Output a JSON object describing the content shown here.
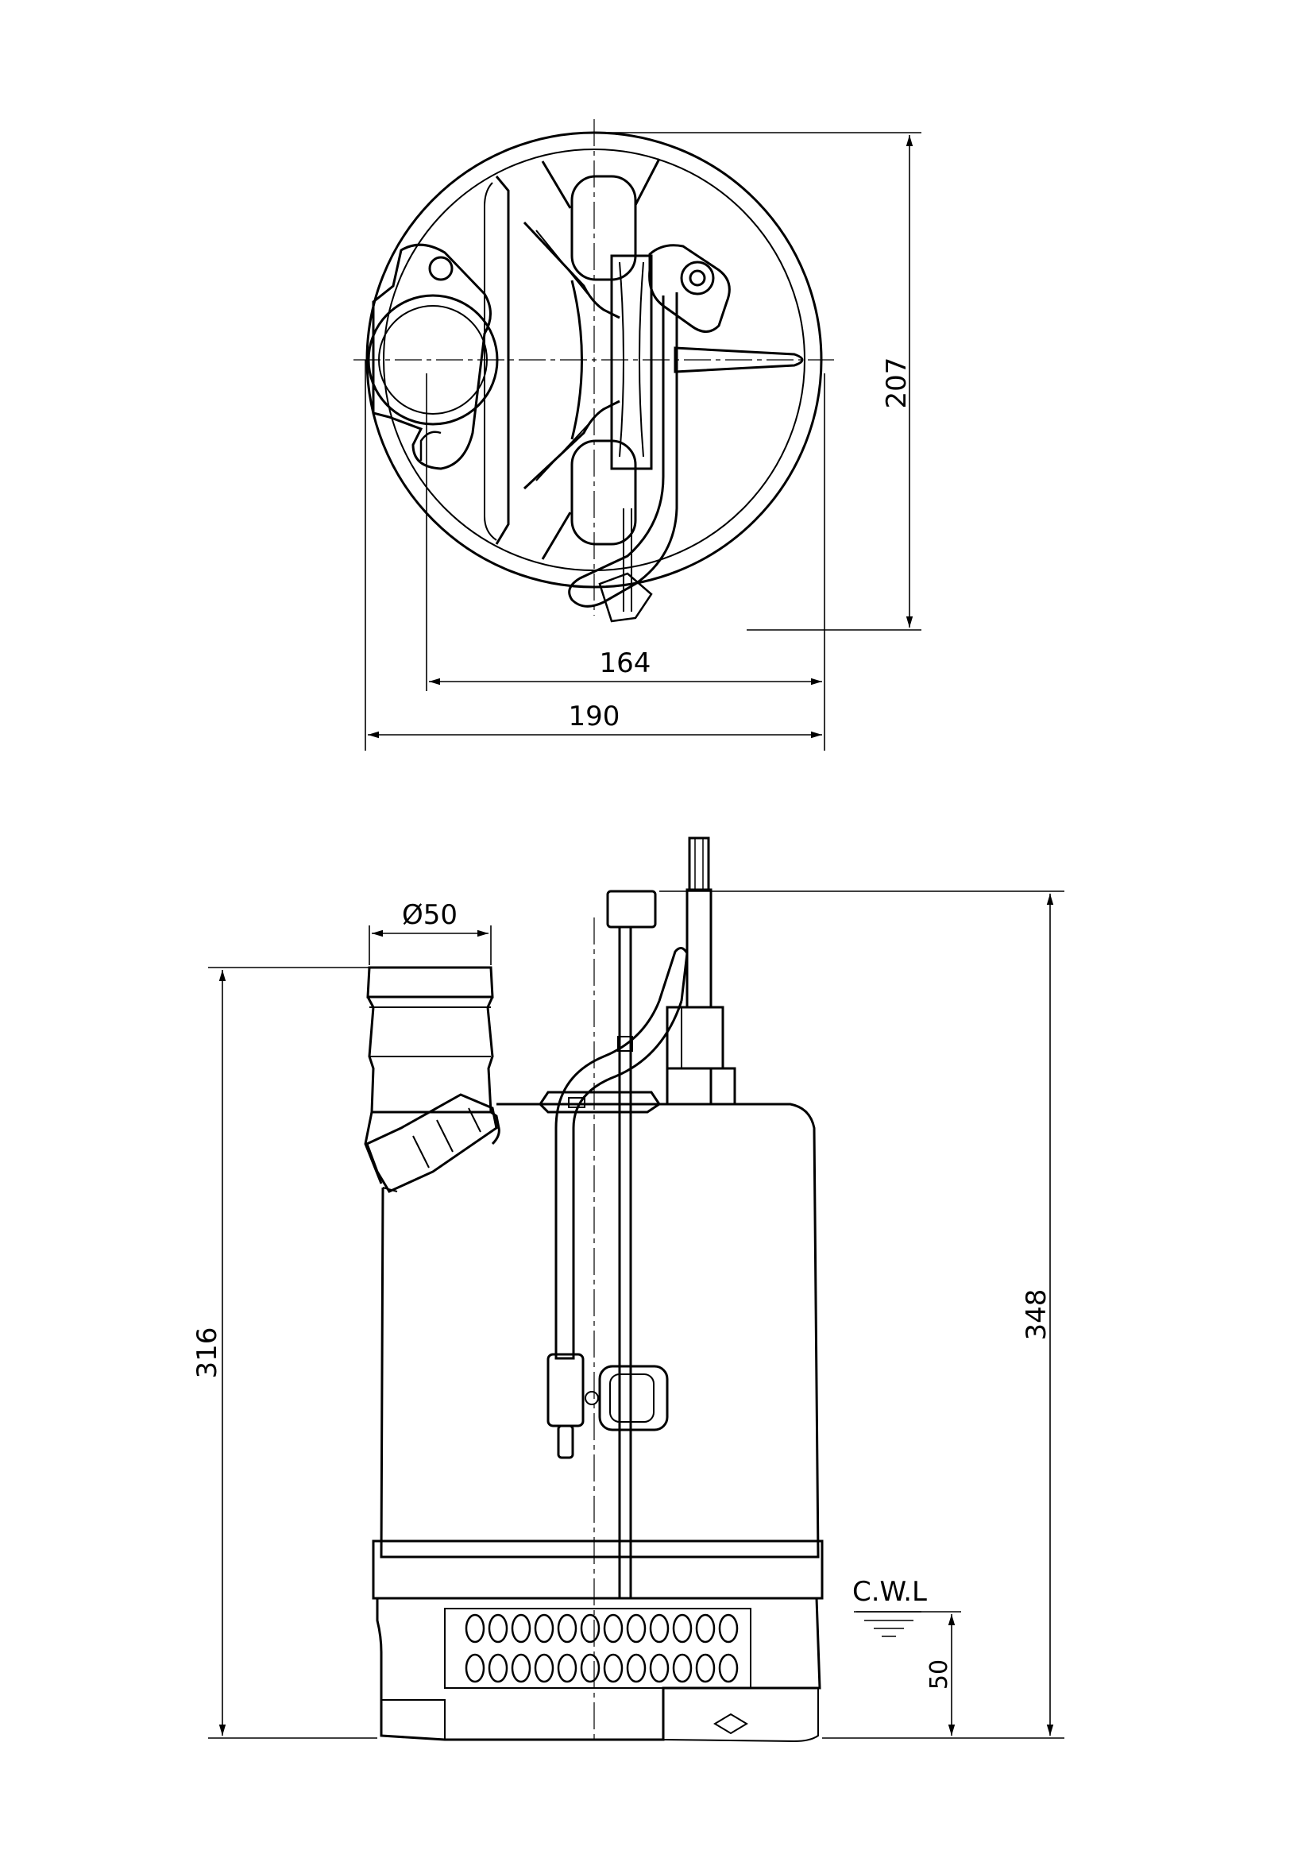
{
  "top_view": {
    "dim_height": "207",
    "dim_body_width": "164",
    "dim_overall_width": "190"
  },
  "side_view": {
    "dim_outlet_diameter": "Ø50",
    "dim_body_height": "316",
    "dim_overall_height": "348",
    "cwl_label": "C.W.L",
    "dim_cwl_height": "50"
  }
}
